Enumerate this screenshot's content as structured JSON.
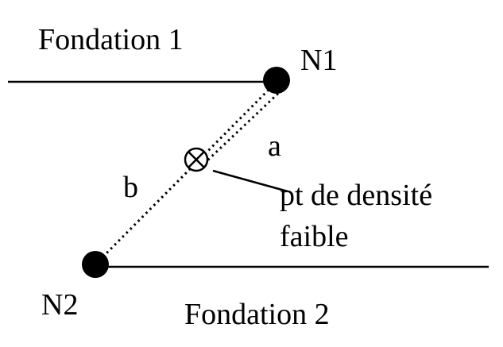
{
  "labels": {
    "foundation_1": "Fondation 1",
    "foundation_2": "Fondation 2",
    "node_1": "N1",
    "node_2": "N2",
    "segment_a": "a",
    "segment_b": "b",
    "weak_point_line1": "pt de densité",
    "weak_point_line2": "faible"
  },
  "colors": {
    "ink": "#000000",
    "background": "#ffffff"
  },
  "icons": {
    "weak_point": "circled-x-icon",
    "node": "filled-circle-icon"
  }
}
